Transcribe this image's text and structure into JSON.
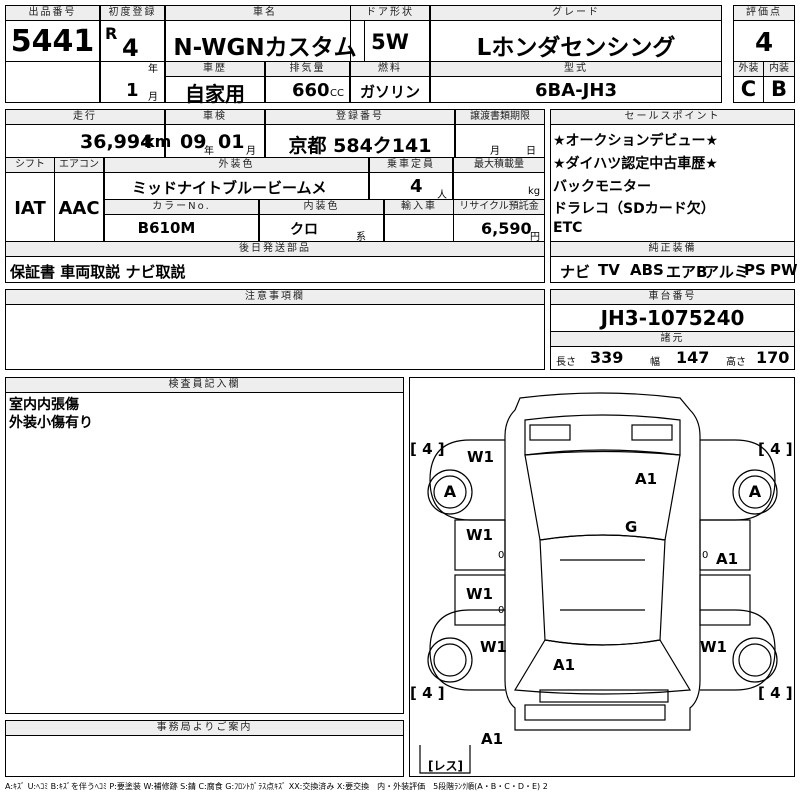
{
  "labels": {
    "lot_no": "出品番号",
    "first_reg": "初度登録",
    "car_name": "車名",
    "door": "ドア形状",
    "grade": "グレード",
    "score": "評価点",
    "history": "車歴",
    "displacement": "排気量",
    "fuel": "燃料",
    "model": "型式",
    "exterior": "外装",
    "interior": "内装",
    "mileage": "走行",
    "inspection": "車検",
    "reg_no": "登録番号",
    "transfer": "譲渡書類期限",
    "sales_point": "セールスポイント",
    "shift": "シフト",
    "aircon": "エアコン",
    "ext_color": "外装色",
    "capacity": "乗車定員",
    "max_load": "最大積載量",
    "color_no": "カラーNo.",
    "int_color": "内装色",
    "import": "輸入車",
    "recycle": "リサイクル預託金",
    "later_parts": "後日発送部品",
    "genuine": "純正装備",
    "notes": "注意事項欄",
    "chassis": "車台番号",
    "specs": "諸元",
    "inspector": "検査員記入欄",
    "office": "事務局よりご案内"
  },
  "units": {
    "year": "年",
    "month": "月",
    "cc": "CC",
    "km": "km",
    "nen": "年",
    "tsuki": "月",
    "person": "人",
    "kg": "kg",
    "kei": "系",
    "yen": "円",
    "length": "長さ",
    "width": "幅",
    "height": "高さ"
  },
  "vehicle": {
    "lot_no": "5441",
    "era": "R",
    "year": "4",
    "month": "1",
    "name": "N-WGNカスタム",
    "door": "5W",
    "grade": "Lホンダセンシング",
    "score": "4",
    "history": "自家用",
    "displacement": "660",
    "fuel": "ガソリン",
    "model": "6BA-JH3",
    "exterior": "C",
    "interior": "B",
    "mileage": "36,994",
    "insp_year": "09",
    "insp_month": "01",
    "reg_no": "京都 584ク141",
    "shift": "IAT",
    "aircon": "AAC",
    "ext_color": "ミッドナイトブルービームメ",
    "capacity": "4",
    "color_no": "B610M",
    "int_color": "クロ",
    "recycle": "6,590",
    "later_parts": "保証書 車両取説 ナビ取説",
    "chassis": "JH3-1075240",
    "length": "339",
    "width": "147",
    "height": "170"
  },
  "sales_points": [
    "★オークションデビュー★",
    "★ダイハツ認定中古車歴★",
    "バックモニター",
    "ドラレコ（SDカード欠）",
    "ETC"
  ],
  "genuine": [
    "ナビ",
    "TV",
    "ABS",
    "エアB",
    "アルミ",
    "PS",
    "PW"
  ],
  "inspector_notes": [
    "室内内張傷",
    "外装小傷有り"
  ],
  "diagram": {
    "tire_fl": "4",
    "tire_fr": "4",
    "tire_rl": "4",
    "tire_rr": "4",
    "wheel_fl": "A",
    "wheel_fr": "A",
    "marks": {
      "w1_top": "W1",
      "a1_hood": "A1",
      "g_glass": "G",
      "w1_left1": "W1",
      "w1_left2": "W1",
      "w1_left3": "W1",
      "w1_right": "W1",
      "a1_right": "A1",
      "a1_trunk": "A1",
      "a1_bottom": "A1",
      "zero1": "0",
      "zero2": "0",
      "zero3": "0",
      "less": "レス"
    }
  },
  "legend": "A:ｷｽﾞ U:ﾍｺﾐ B:ｷｽﾞを伴うﾍｺﾐ P:要塗装 W:補修跡 S:錆 C:腐食 G:ﾌﾛﾝﾄｶﾞﾗｽ点ｷｽﾞ XX:交換済み X:要交換　内・外装評価　5段階ﾗﾝｸ順(A・B・C・D・E) 2"
}
